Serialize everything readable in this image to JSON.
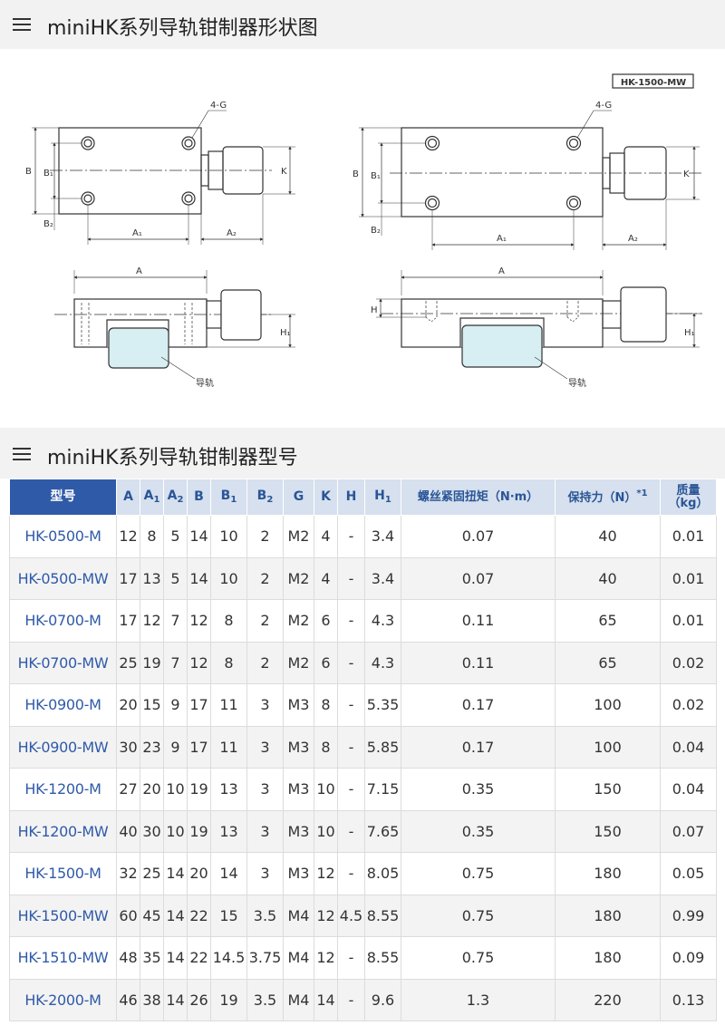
{
  "section1": {
    "title": "miniHK系列导轨钳制器形状图"
  },
  "section2": {
    "title": "miniHK系列导轨钳制器型号"
  },
  "drawing": {
    "model_tag": "HK-1500-MW",
    "labels": {
      "g": "4-G",
      "b": "B",
      "b1": "B₁",
      "b2": "B₂",
      "k": "K",
      "a": "A",
      "a1": "A₁",
      "a2": "A₂",
      "h": "H",
      "h1": "H₁",
      "rail": "导轨"
    }
  },
  "table": {
    "headers": {
      "model": "型号",
      "a": "A",
      "a1": "A",
      "a1_sub": "1",
      "a2": "A",
      "a2_sub": "2",
      "b": "B",
      "b1": "B",
      "b1_sub": "1",
      "b2": "B",
      "b2_sub": "2",
      "g": "G",
      "k": "K",
      "h": "H",
      "h1": "H",
      "h1_sub": "1",
      "torque": "螺丝紧固扭矩（N·m）",
      "hold": "保持力（N）",
      "hold_note": "*1",
      "mass": "质量",
      "mass_unit": "（kg）"
    },
    "rows": [
      [
        "HK-0500-M",
        "12",
        "8",
        "5",
        "14",
        "10",
        "2",
        "M2",
        "4",
        "-",
        "3.4",
        "0.07",
        "40",
        "0.01"
      ],
      [
        "HK-0500-MW",
        "17",
        "13",
        "5",
        "14",
        "10",
        "2",
        "M2",
        "4",
        "-",
        "3.4",
        "0.07",
        "40",
        "0.01"
      ],
      [
        "HK-0700-M",
        "17",
        "12",
        "7",
        "12",
        "8",
        "2",
        "M2",
        "6",
        "-",
        "4.3",
        "0.11",
        "65",
        "0.01"
      ],
      [
        "HK-0700-MW",
        "25",
        "19",
        "7",
        "12",
        "8",
        "2",
        "M2",
        "6",
        "-",
        "4.3",
        "0.11",
        "65",
        "0.02"
      ],
      [
        "HK-0900-M",
        "20",
        "15",
        "9",
        "17",
        "11",
        "3",
        "M3",
        "8",
        "-",
        "5.35",
        "0.17",
        "100",
        "0.02"
      ],
      [
        "HK-0900-MW",
        "30",
        "23",
        "9",
        "17",
        "11",
        "3",
        "M3",
        "8",
        "-",
        "5.85",
        "0.17",
        "100",
        "0.04"
      ],
      [
        "HK-1200-M",
        "27",
        "20",
        "10",
        "19",
        "13",
        "3",
        "M3",
        "10",
        "-",
        "7.15",
        "0.35",
        "150",
        "0.04"
      ],
      [
        "HK-1200-MW",
        "40",
        "30",
        "10",
        "19",
        "13",
        "3",
        "M3",
        "10",
        "-",
        "7.65",
        "0.35",
        "150",
        "0.07"
      ],
      [
        "HK-1500-M",
        "32",
        "25",
        "14",
        "20",
        "14",
        "3",
        "M3",
        "12",
        "-",
        "8.05",
        "0.75",
        "180",
        "0.05"
      ],
      [
        "HK-1500-MW",
        "60",
        "45",
        "14",
        "22",
        "15",
        "3.5",
        "M4",
        "12",
        "4.5",
        "8.55",
        "0.75",
        "180",
        "0.99"
      ],
      [
        "HK-1510-MW",
        "48",
        "35",
        "14",
        "22",
        "14.5",
        "3.75",
        "M4",
        "12",
        "-",
        "8.55",
        "0.75",
        "180",
        "0.09"
      ],
      [
        "HK-2000-M",
        "46",
        "38",
        "14",
        "26",
        "19",
        "3.5",
        "M4",
        "14",
        "-",
        "9.6",
        "1.3",
        "220",
        "0.13"
      ]
    ]
  }
}
